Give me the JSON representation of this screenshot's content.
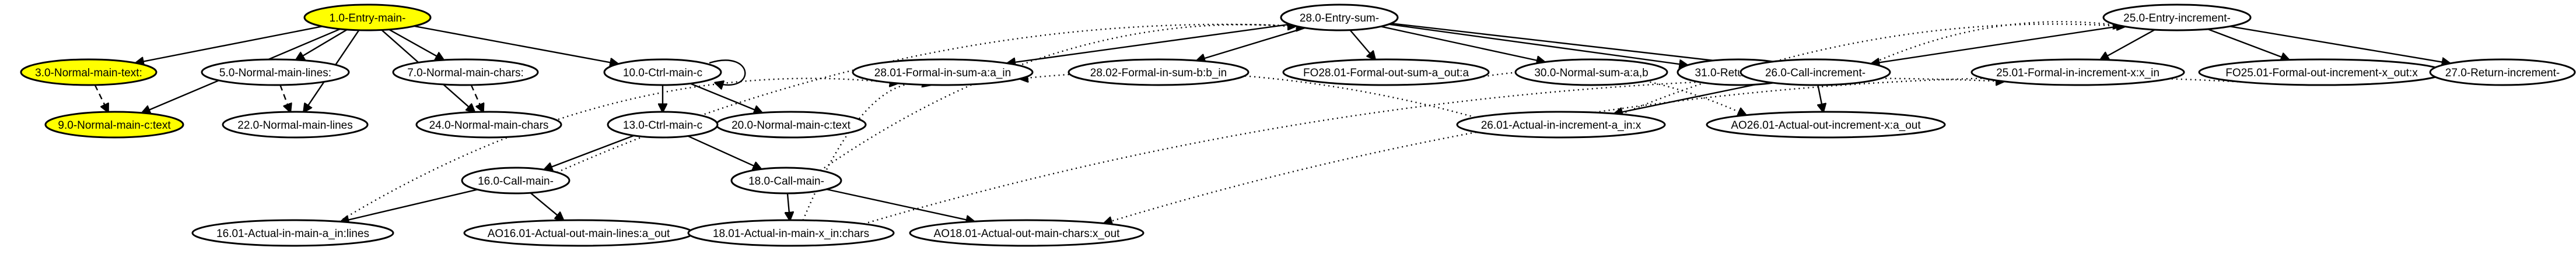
{
  "graph": {
    "colors": {
      "highlight": "#ffff00",
      "default": "#ffffff",
      "line": "#000000"
    },
    "nodes": [
      {
        "id": "n1",
        "label": "1.0-Entry-main-",
        "highlight": true
      },
      {
        "id": "n3",
        "label": "3.0-Normal-main-text:",
        "highlight": true
      },
      {
        "id": "n9",
        "label": "9.0-Normal-main-c:text",
        "highlight": true
      },
      {
        "id": "n5",
        "label": "5.0-Normal-main-lines:",
        "highlight": false
      },
      {
        "id": "n22",
        "label": "22.0-Normal-main-lines",
        "highlight": false
      },
      {
        "id": "n7",
        "label": "7.0-Normal-main-chars:",
        "highlight": false
      },
      {
        "id": "n24",
        "label": "24.0-Normal-main-chars",
        "highlight": false
      },
      {
        "id": "n10",
        "label": "10.0-Ctrl-main-c",
        "highlight": false
      },
      {
        "id": "n20",
        "label": "20.0-Normal-main-c:text",
        "highlight": false
      },
      {
        "id": "n13",
        "label": "13.0-Ctrl-main-c",
        "highlight": false
      },
      {
        "id": "n16",
        "label": "16.0-Call-main-",
        "highlight": false
      },
      {
        "id": "n18",
        "label": "18.0-Call-main-",
        "highlight": false
      },
      {
        "id": "n1601",
        "label": "16.01-Actual-in-main-a_in:lines",
        "highlight": false
      },
      {
        "id": "nAO1601",
        "label": "AO16.01-Actual-out-main-lines:a_out",
        "highlight": false
      },
      {
        "id": "n1801",
        "label": "18.01-Actual-in-main-x_in:chars",
        "highlight": false
      },
      {
        "id": "nAO1801",
        "label": "AO18.01-Actual-out-main-chars:x_out",
        "highlight": false
      },
      {
        "id": "n28",
        "label": "28.0-Entry-sum-",
        "highlight": false
      },
      {
        "id": "n2801",
        "label": "28.01-Formal-in-sum-a:a_in",
        "highlight": false
      },
      {
        "id": "n2802",
        "label": "28.02-Formal-in-sum-b:b_in",
        "highlight": false
      },
      {
        "id": "nFO2801",
        "label": "FO28.01-Formal-out-sum-a_out:a",
        "highlight": false
      },
      {
        "id": "n30",
        "label": "30.0-Normal-sum-a:a,b",
        "highlight": false
      },
      {
        "id": "n31",
        "label": "31.0-Return-sum-",
        "highlight": false
      },
      {
        "id": "n26",
        "label": "26.0-Call-increment-",
        "highlight": false
      },
      {
        "id": "n2601",
        "label": "26.01-Actual-in-increment-a_in:x",
        "highlight": false
      },
      {
        "id": "nAO2601",
        "label": "AO26.01-Actual-out-increment-x:a_out",
        "highlight": false
      },
      {
        "id": "n25",
        "label": "25.0-Entry-increment-",
        "highlight": false
      },
      {
        "id": "n2501",
        "label": "25.01-Formal-in-increment-x:x_in",
        "highlight": false
      },
      {
        "id": "nFO2501",
        "label": "FO25.01-Formal-out-increment-x_out:x",
        "highlight": false
      },
      {
        "id": "n27",
        "label": "27.0-Return-increment-",
        "highlight": false
      }
    ]
  }
}
